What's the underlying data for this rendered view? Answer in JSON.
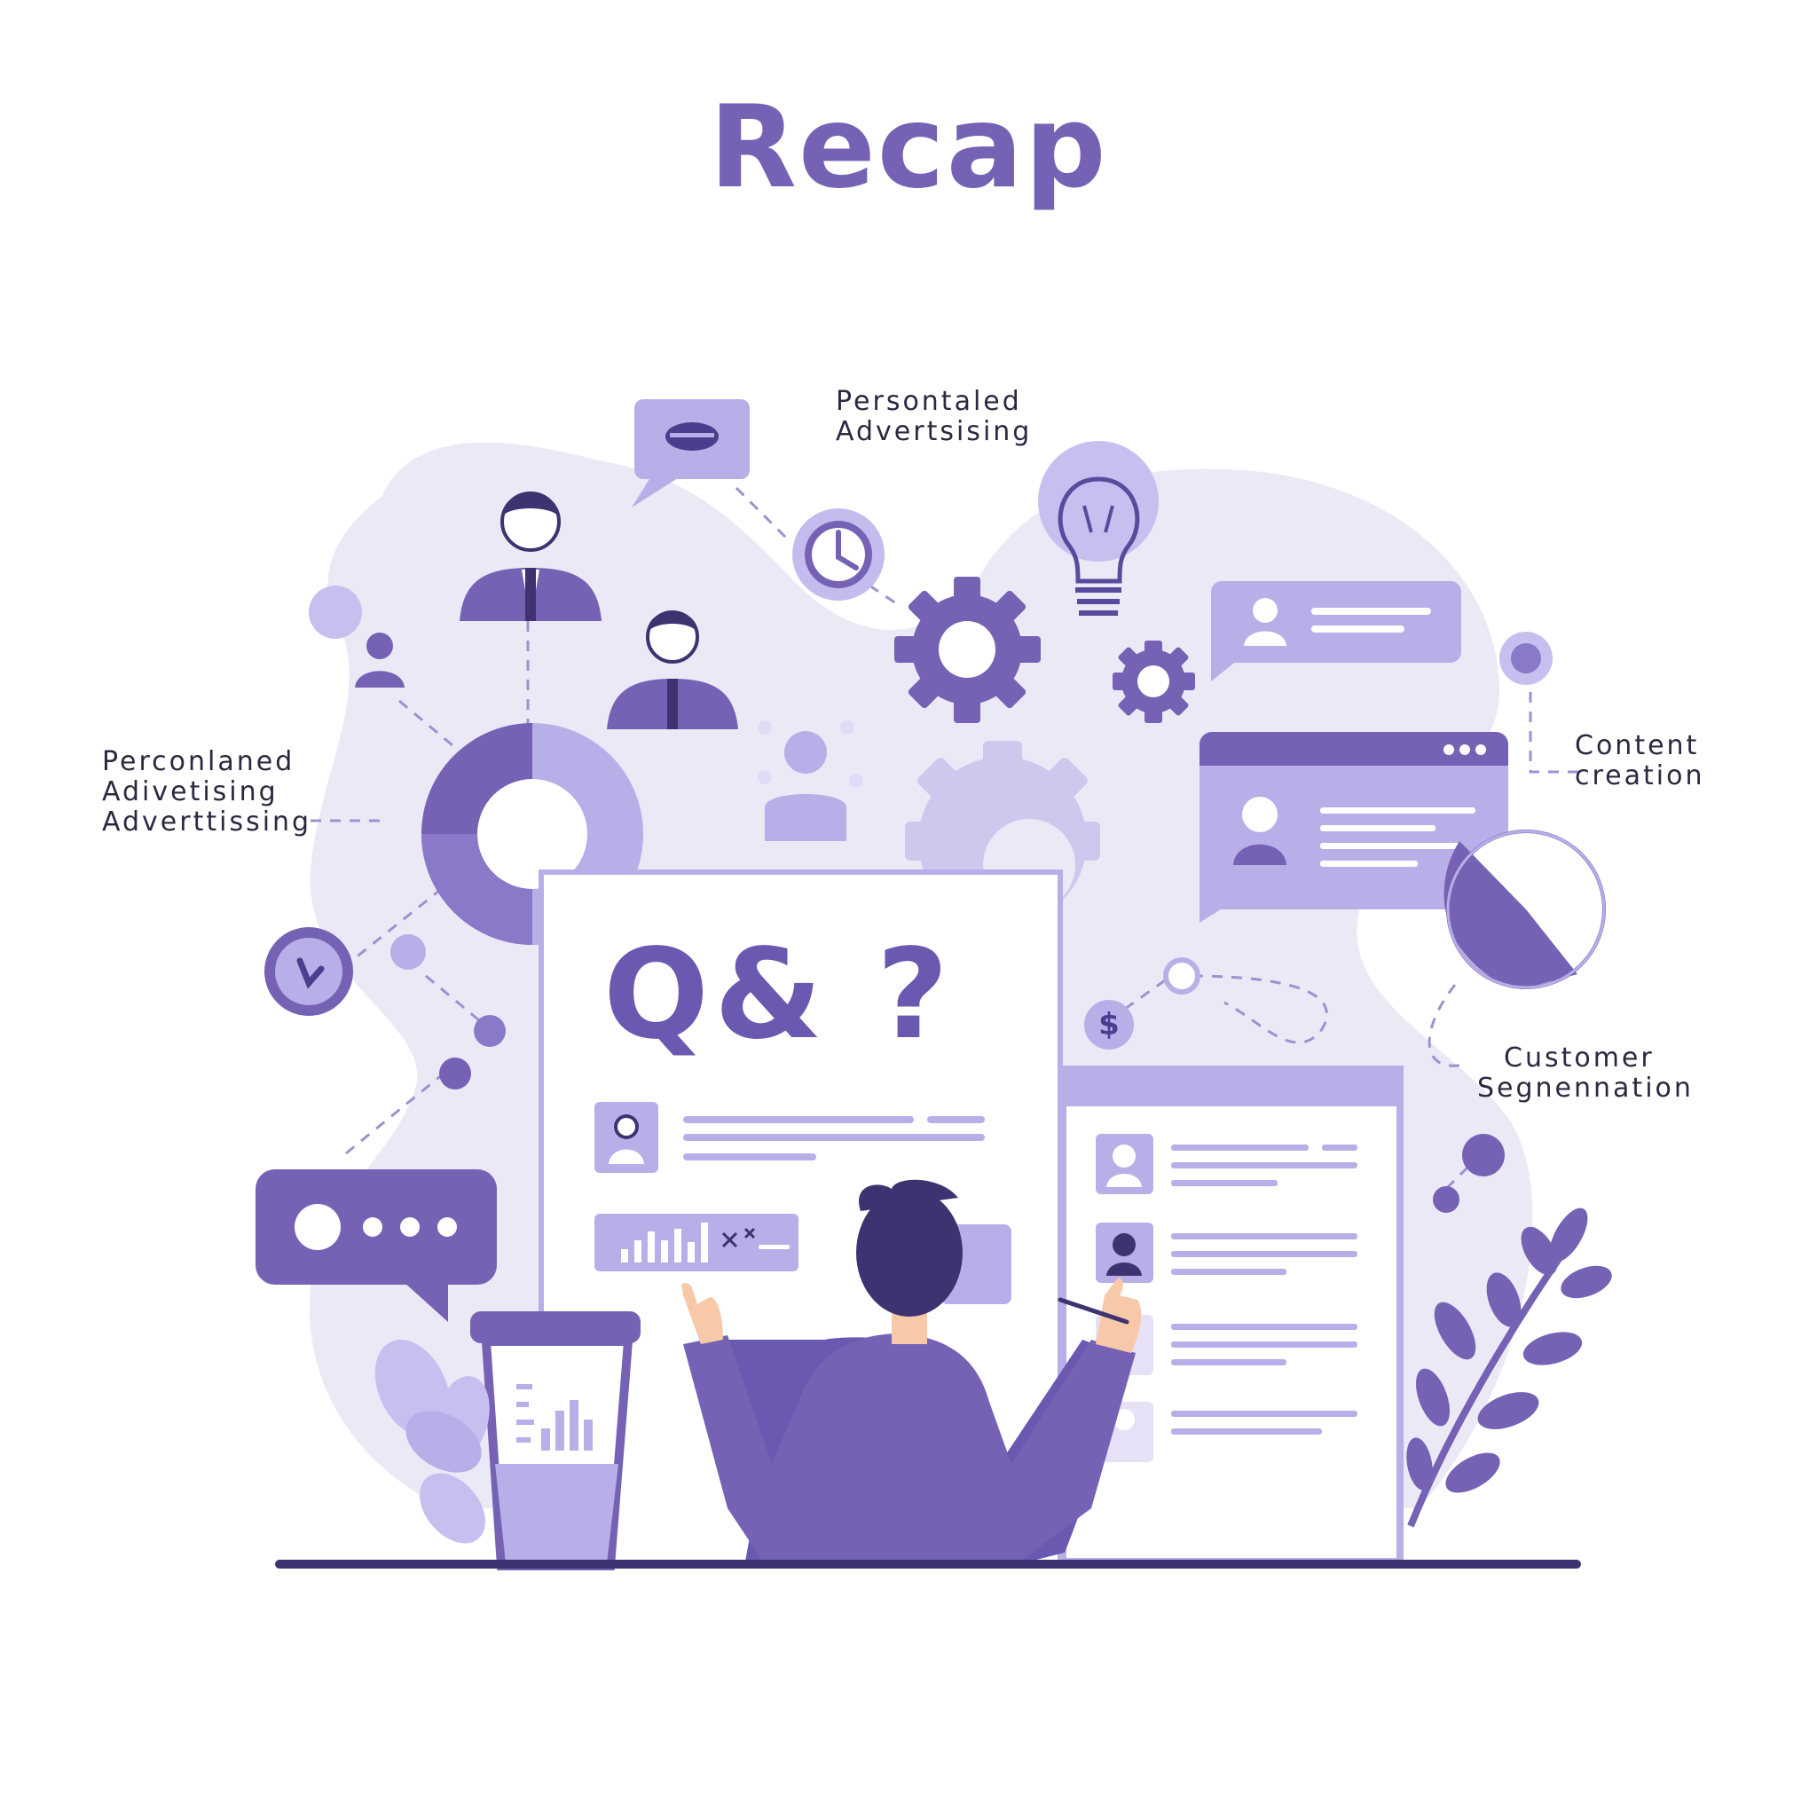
{
  "title": "Recap",
  "labels": {
    "top": [
      "Persontaled",
      "Advertsising"
    ],
    "left": [
      "Perconlaned",
      "Adivetising",
      "Adverttissing"
    ],
    "right_top": [
      "Content",
      "creation"
    ],
    "right_bottom": [
      "Customer",
      "Segnennation"
    ]
  },
  "board": {
    "heading": "Q& ?"
  },
  "currency_symbol": "$",
  "colors": {
    "accent": "#7562b4",
    "dark": "#3f3270",
    "light": "#b8aee8",
    "blob": "#ece9f7",
    "skin": "#f7c9a8"
  },
  "icons": [
    "chat-bubble-icon",
    "clock-icon",
    "lightbulb-icon",
    "gear-icon",
    "person-icon",
    "donut-chart-icon",
    "pie-chart-icon",
    "dollar-icon",
    "plant-icon",
    "coffee-cup-icon"
  ]
}
